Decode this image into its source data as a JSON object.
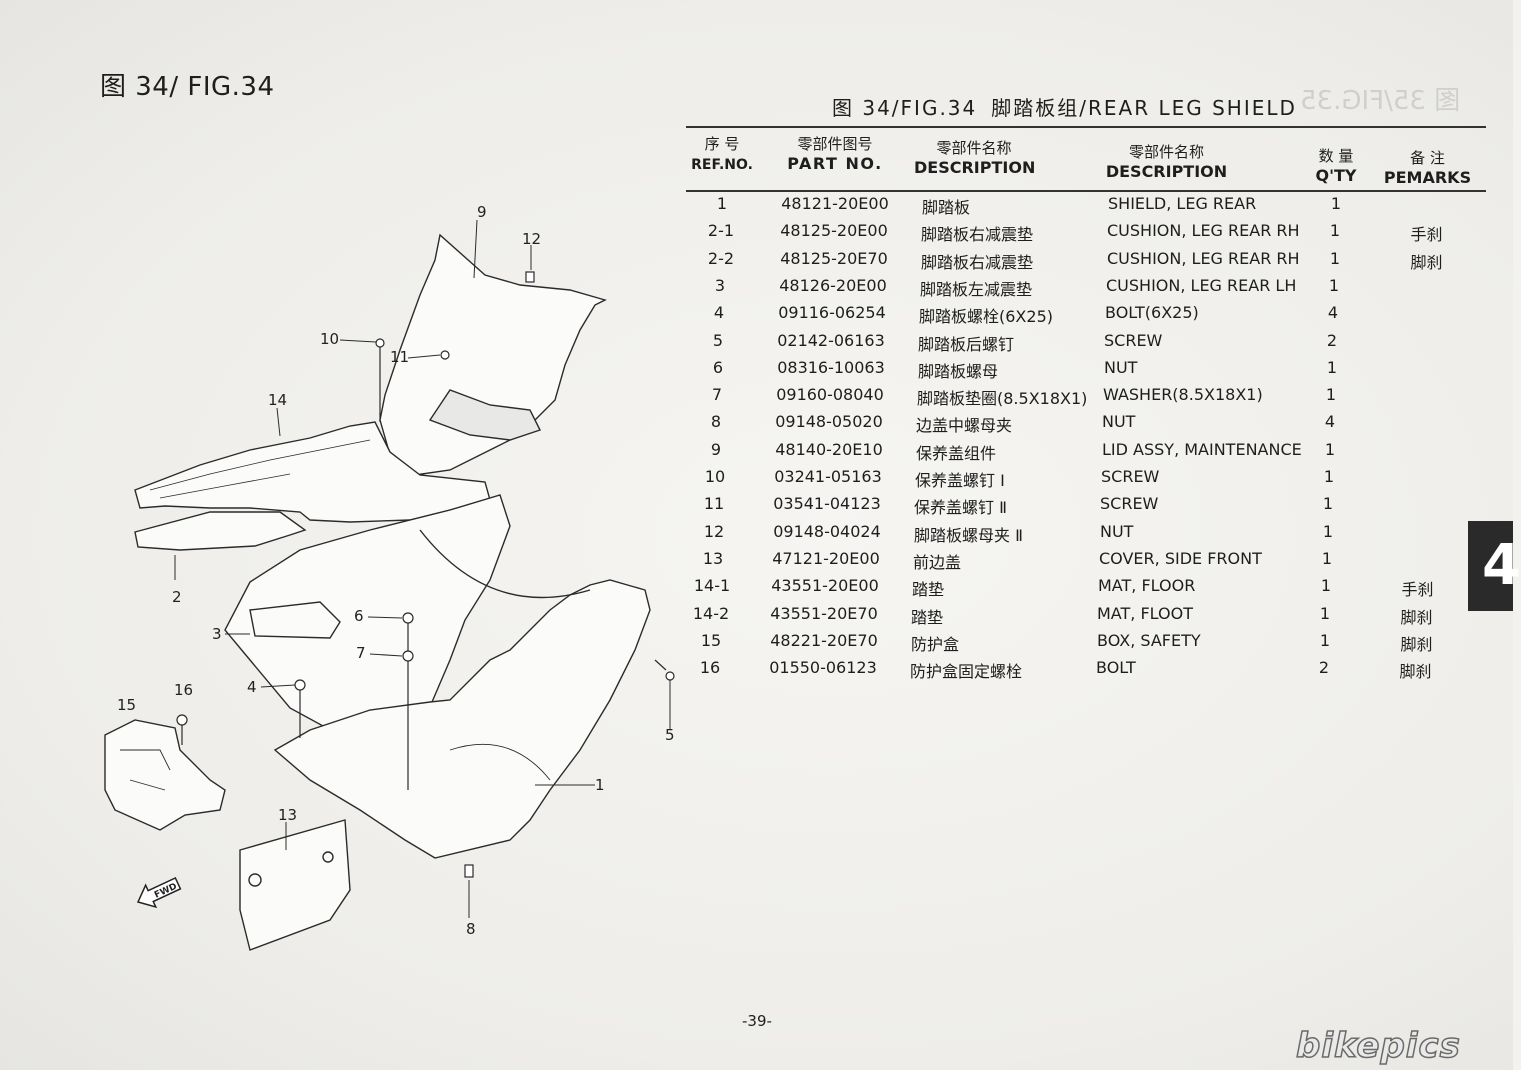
{
  "figure": {
    "left_title": "图 34/ FIG.34",
    "right_fig": "图 34/FIG.34",
    "right_title": "脚踏板组/REAR LEG SHIELD"
  },
  "table": {
    "headers": {
      "ref_cn": "序 号",
      "ref_en": "REF.NO.",
      "part_cn": "零部件图号",
      "part_en": "PART NO.",
      "desc_cn_cn": "零部件名称",
      "desc_cn_en": "DESCRIPTION",
      "desc_en_cn": "零部件名称",
      "desc_en_en": "DESCRIPTION",
      "qty_cn": "数 量",
      "qty_en": "Q'TY",
      "rem_cn": "备 注",
      "rem_en": "PEMARKS"
    },
    "rows": [
      {
        "ref": "1",
        "part": "48121-20E00",
        "cn": "脚踏板",
        "en": "SHIELD, LEG REAR",
        "qty": "1",
        "rem": ""
      },
      {
        "ref": "2-1",
        "part": "48125-20E00",
        "cn": "脚踏板右减震垫",
        "en": "CUSHION, LEG REAR RH",
        "qty": "1",
        "rem": "手刹"
      },
      {
        "ref": "2-2",
        "part": "48125-20E70",
        "cn": "脚踏板右减震垫",
        "en": "CUSHION, LEG REAR RH",
        "qty": "1",
        "rem": "脚刹"
      },
      {
        "ref": "3",
        "part": "48126-20E00",
        "cn": "脚踏板左减震垫",
        "en": "CUSHION, LEG REAR LH",
        "qty": "1",
        "rem": ""
      },
      {
        "ref": "4",
        "part": "09116-06254",
        "cn": "脚踏板螺栓(6X25)",
        "en": "BOLT(6X25)",
        "qty": "4",
        "rem": ""
      },
      {
        "ref": "5",
        "part": "02142-06163",
        "cn": "脚踏板后螺钉",
        "en": "SCREW",
        "qty": "2",
        "rem": ""
      },
      {
        "ref": "6",
        "part": "08316-10063",
        "cn": "脚踏板螺母",
        "en": "NUT",
        "qty": "1",
        "rem": ""
      },
      {
        "ref": "7",
        "part": "09160-08040",
        "cn": "脚踏板垫圈(8.5X18X1)",
        "en": "WASHER(8.5X18X1)",
        "qty": "1",
        "rem": ""
      },
      {
        "ref": "8",
        "part": "09148-05020",
        "cn": "边盖中螺母夹",
        "en": "NUT",
        "qty": "4",
        "rem": ""
      },
      {
        "ref": "9",
        "part": "48140-20E10",
        "cn": "保养盖组件",
        "en": "LID ASSY, MAINTENANCE",
        "qty": "1",
        "rem": ""
      },
      {
        "ref": "10",
        "part": "03241-05163",
        "cn": "保养盖螺钉 Ⅰ",
        "en": "SCREW",
        "qty": "1",
        "rem": ""
      },
      {
        "ref": "11",
        "part": "03541-04123",
        "cn": "保养盖螺钉 Ⅱ",
        "en": "SCREW",
        "qty": "1",
        "rem": ""
      },
      {
        "ref": "12",
        "part": "09148-04024",
        "cn": "脚踏板螺母夹 Ⅱ",
        "en": "NUT",
        "qty": "1",
        "rem": ""
      },
      {
        "ref": "13",
        "part": "47121-20E00",
        "cn": "前边盖",
        "en": "COVER, SIDE FRONT",
        "qty": "1",
        "rem": ""
      },
      {
        "ref": "14-1",
        "part": "43551-20E00",
        "cn": "踏垫",
        "en": "MAT, FLOOR",
        "qty": "1",
        "rem": "手刹"
      },
      {
        "ref": "14-2",
        "part": "43551-20E70",
        "cn": "踏垫",
        "en": "MAT, FLOOT",
        "qty": "1",
        "rem": "脚刹"
      },
      {
        "ref": "15",
        "part": "48221-20E70",
        "cn": "防护盒",
        "en": "BOX, SAFETY",
        "qty": "1",
        "rem": "脚刹"
      },
      {
        "ref": "16",
        "part": "01550-06123",
        "cn": "防护盒固定螺栓",
        "en": "BOLT",
        "qty": "2",
        "rem": "脚刹"
      }
    ]
  },
  "diagram": {
    "callouts": [
      "1",
      "2",
      "3",
      "4",
      "5",
      "6",
      "7",
      "8",
      "9",
      "10",
      "11",
      "12",
      "13",
      "14",
      "15",
      "16"
    ],
    "fwd_label": "FWD"
  },
  "page_number": "-39-",
  "section_tab": "4",
  "watermark": "bikepics",
  "colors": {
    "paper": "#f3f2ef",
    "ink": "#1e1e1e",
    "ghost": "#cfcfcc"
  }
}
